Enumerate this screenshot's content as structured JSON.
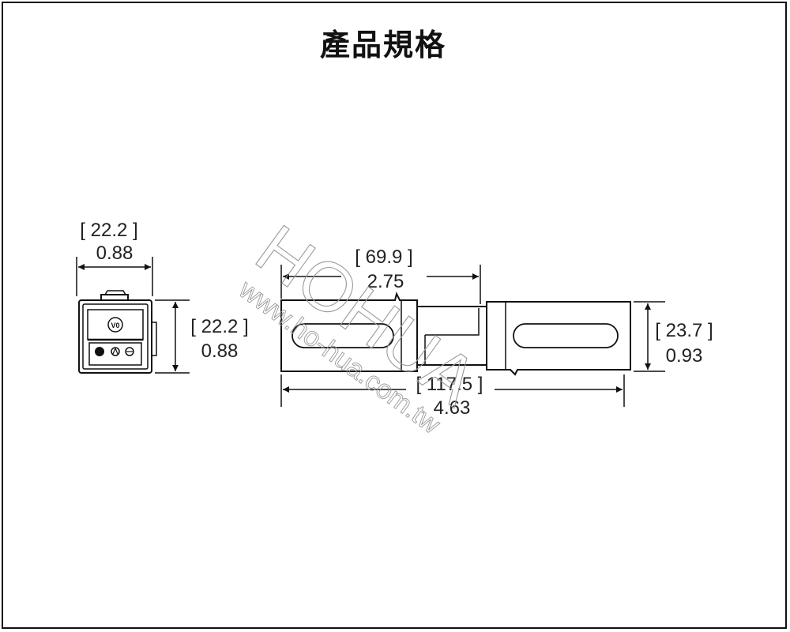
{
  "title": "產品規格",
  "watermark": {
    "brand": "HOHUA",
    "url": "www.ho-hua.com.tw"
  },
  "front_view": {
    "width": {
      "mm": "[ 22.2 ]",
      "in": "0.88"
    },
    "height": {
      "mm": "[ 22.2 ]",
      "in": "0.88"
    },
    "marking": "V0"
  },
  "side_view": {
    "half_length": {
      "mm": "[ 69.9 ]",
      "in": "2.75"
    },
    "total_length": {
      "mm": "[ 117.5 ]",
      "in": "4.63"
    },
    "height": {
      "mm": "[ 23.7 ]",
      "in": "0.93"
    }
  }
}
